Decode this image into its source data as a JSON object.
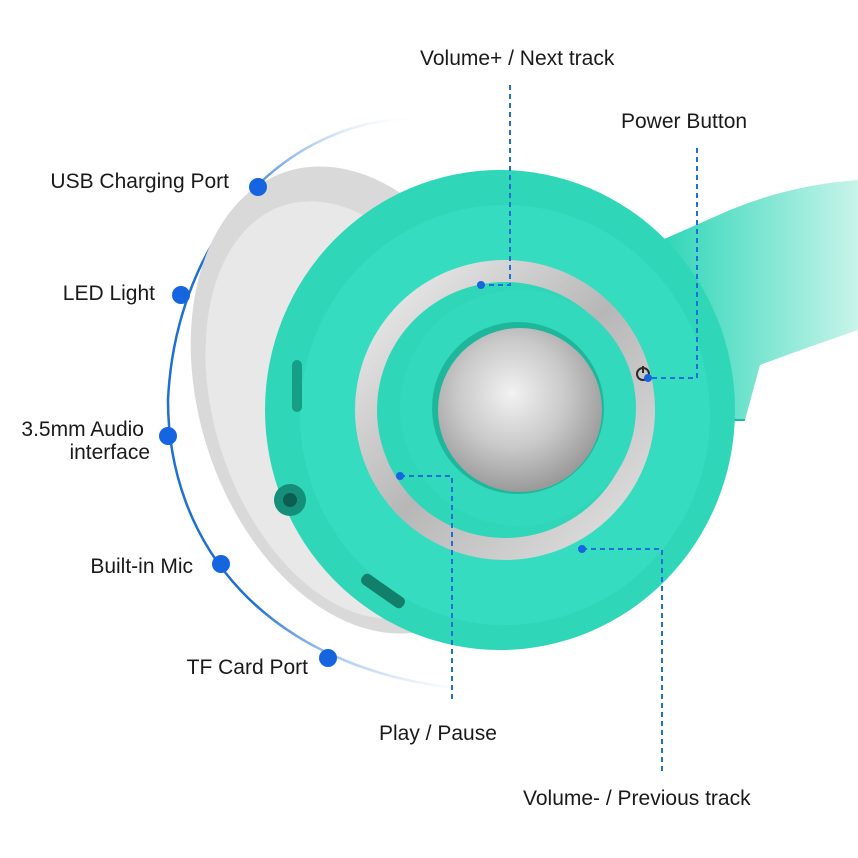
{
  "features_left": [
    {
      "label": "USB Charging Port"
    },
    {
      "label": "LED Light"
    },
    {
      "label": "3.5mm Audio",
      "label2": "interface"
    },
    {
      "label": "Built-in Mic"
    },
    {
      "label": "TF Card Port"
    }
  ],
  "controls": {
    "volume_up": "Volume+ / Next track",
    "power": "Power Button",
    "play_pause": "Play / Pause",
    "volume_down": "Volume- / Previous track"
  },
  "colors": {
    "accent_blue": "#1f6fd6",
    "dot_blue": "#1565e0",
    "body_teal": "#2fd6b8",
    "body_teal_dark": "#1fb79c",
    "cushion_gray": "#d8d8d8",
    "metal_silver": "#c8c8c8"
  }
}
